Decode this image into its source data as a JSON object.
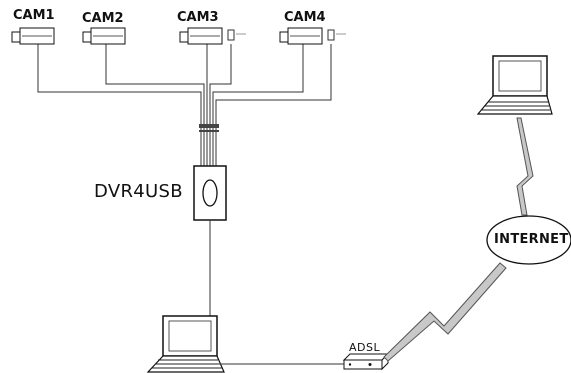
{
  "diagram": {
    "cameras": [
      {
        "label": "CAM1",
        "icon": "cctv-camera-icon"
      },
      {
        "label": "CAM2",
        "icon": "cctv-camera-icon"
      },
      {
        "label": "CAM3",
        "icon": "cctv-camera-icon"
      },
      {
        "label": "CAM4",
        "icon": "cctv-camera-icon"
      }
    ],
    "dvr": {
      "label": "DVR4USB",
      "icon": "dvr-box-icon"
    },
    "router": {
      "label": "ADSL",
      "icon": "adsl-modem-icon"
    },
    "cloud": {
      "label": "INTERNET",
      "icon": "internet-ellipse-icon"
    },
    "local_pc": {
      "icon": "laptop-icon"
    },
    "remote_pc": {
      "icon": "laptop-icon"
    },
    "links": [
      "cam-to-dvr-cables",
      "dvr-to-laptop-cable",
      "laptop-to-adsl-cable",
      "adsl-to-internet-wireless",
      "internet-to-remote-wireless"
    ]
  }
}
